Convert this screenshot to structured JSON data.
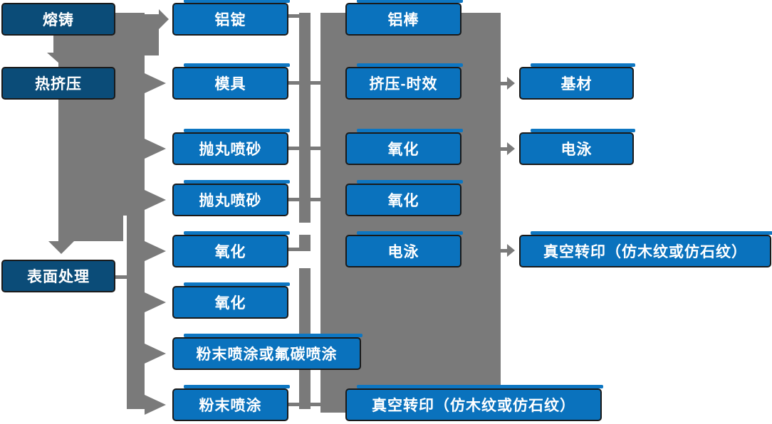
{
  "diagram": {
    "type": "flowchart",
    "description": "Aluminum profile production process flow",
    "colors": {
      "node_dark_blue": "#0b4c78",
      "node_blue": "#0a72bd",
      "node_accent": "#0d76c2",
      "connector_gray": "#7a7a7a",
      "node_border": "#1a1a1a",
      "node_text": "#ffffff",
      "background": "#ffffff"
    },
    "nodes": {
      "melt_casting": "熔铸",
      "hot_extrusion": "热挤压",
      "surface_treatment": "表面处理",
      "aluminum_ingot": "铝锭",
      "mold": "模具",
      "shot_blast_1": "抛丸喷砂",
      "shot_blast_2": "抛丸喷砂",
      "oxidation_c2_1": "氧化",
      "oxidation_c2_2": "氧化",
      "powder_or_fluorocarbon": "粉末喷涂或氟碳喷涂",
      "powder_coating": "粉末喷涂",
      "aluminum_rod": "铝棒",
      "extrusion_aging": "挤压-时效",
      "oxidation_c3_1": "氧化",
      "oxidation_c3_2": "氧化",
      "electrophoresis_c3": "电泳",
      "vacuum_transfer_c3": "真空转印（仿木纹或仿石纹）",
      "base_material": "基材",
      "electrophoresis_c4": "电泳",
      "vacuum_transfer_c4": "真空转印（仿木纹或仿石纹）"
    }
  }
}
